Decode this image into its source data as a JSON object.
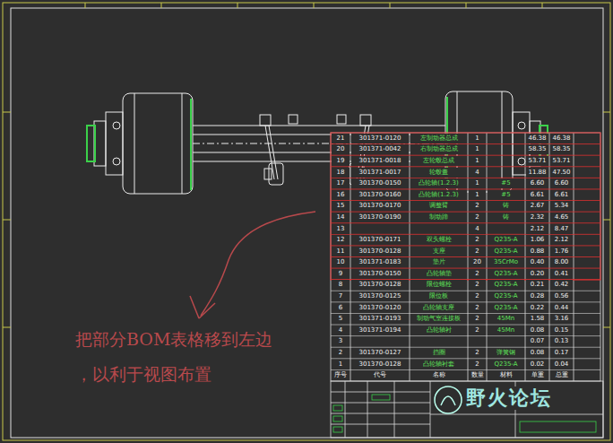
{
  "diagram": {
    "labels": [
      "把部分BOM表格移到左边",
      "，以利于视图布置",
      "21",
      "301371-0120",
      "左制动器总成",
      "1",
      "46.38",
      "46.38",
      "20",
      "301371-0042",
      "右制动器总成",
      "1",
      "58.35",
      "58.35",
      "19",
      "301371-0018",
      "左轮毂总成",
      "1",
      "53.71",
      "53.71",
      "18",
      "301371-0017",
      "轮毂盖",
      "4",
      "11.88",
      "47.50",
      "17",
      "301370-0150",
      "凸轮轴(1.2.3)",
      "1",
      "#5",
      "6.60",
      "6.60",
      "16",
      "301370-0160",
      "凸轮轴(1.2.3)",
      "1",
      "#5",
      "6.61",
      "6.61",
      "15",
      "301370-0170",
      "调整臂",
      "2",
      "铸",
      "2.67",
      "5.34",
      "14",
      "301370-0190",
      "制动蹄",
      "2",
      "铸",
      "2.32",
      "4.65",
      "13",
      "4",
      "2.12",
      "8.47",
      "12",
      "301370-0171",
      "双头螺栓",
      "2",
      "Q235-A",
      "1.06",
      "2.12",
      "11",
      "301370-0128",
      "支座",
      "2",
      "Q235-A",
      "0.88",
      "1.76",
      "10",
      "301371-0183",
      "垫片",
      "20",
      "35CrMo",
      "0.40",
      "8.00",
      "9",
      "301370-0150",
      "凸轮轴垫",
      "2",
      "Q235-A",
      "0.20",
      "0.41",
      "8",
      "301370-0128",
      "限位螺栓",
      "2",
      "Q235-A",
      "0.21",
      "0.42",
      "7",
      "301370-0125",
      "限位板",
      "2",
      "Q235-A",
      "0.28",
      "0.56",
      "6",
      "301370-0120",
      "凸轮轴支座",
      "2",
      "Q235-A",
      "0.22",
      "0.44",
      "5",
      "301371-0193",
      "制动气室连接板",
      "2",
      "45Mn",
      "1.58",
      "3.16",
      "4",
      "301371-0194",
      "凸轮轴衬",
      "2",
      "45Mn",
      "0.08",
      "0.15",
      "3",
      "0.07",
      "0.13",
      "2",
      "301370-0127",
      "挡圈",
      "2",
      "弹簧钢",
      "0.08",
      "0.17",
      "1",
      "301370-0128",
      "凸轮轴衬套",
      "2",
      "Q235-A",
      "0.02",
      "0.04",
      "序号",
      "代号",
      "名称",
      "数量",
      "材料",
      "单重",
      "总重",
      "野火论坛"
    ]
  }
}
